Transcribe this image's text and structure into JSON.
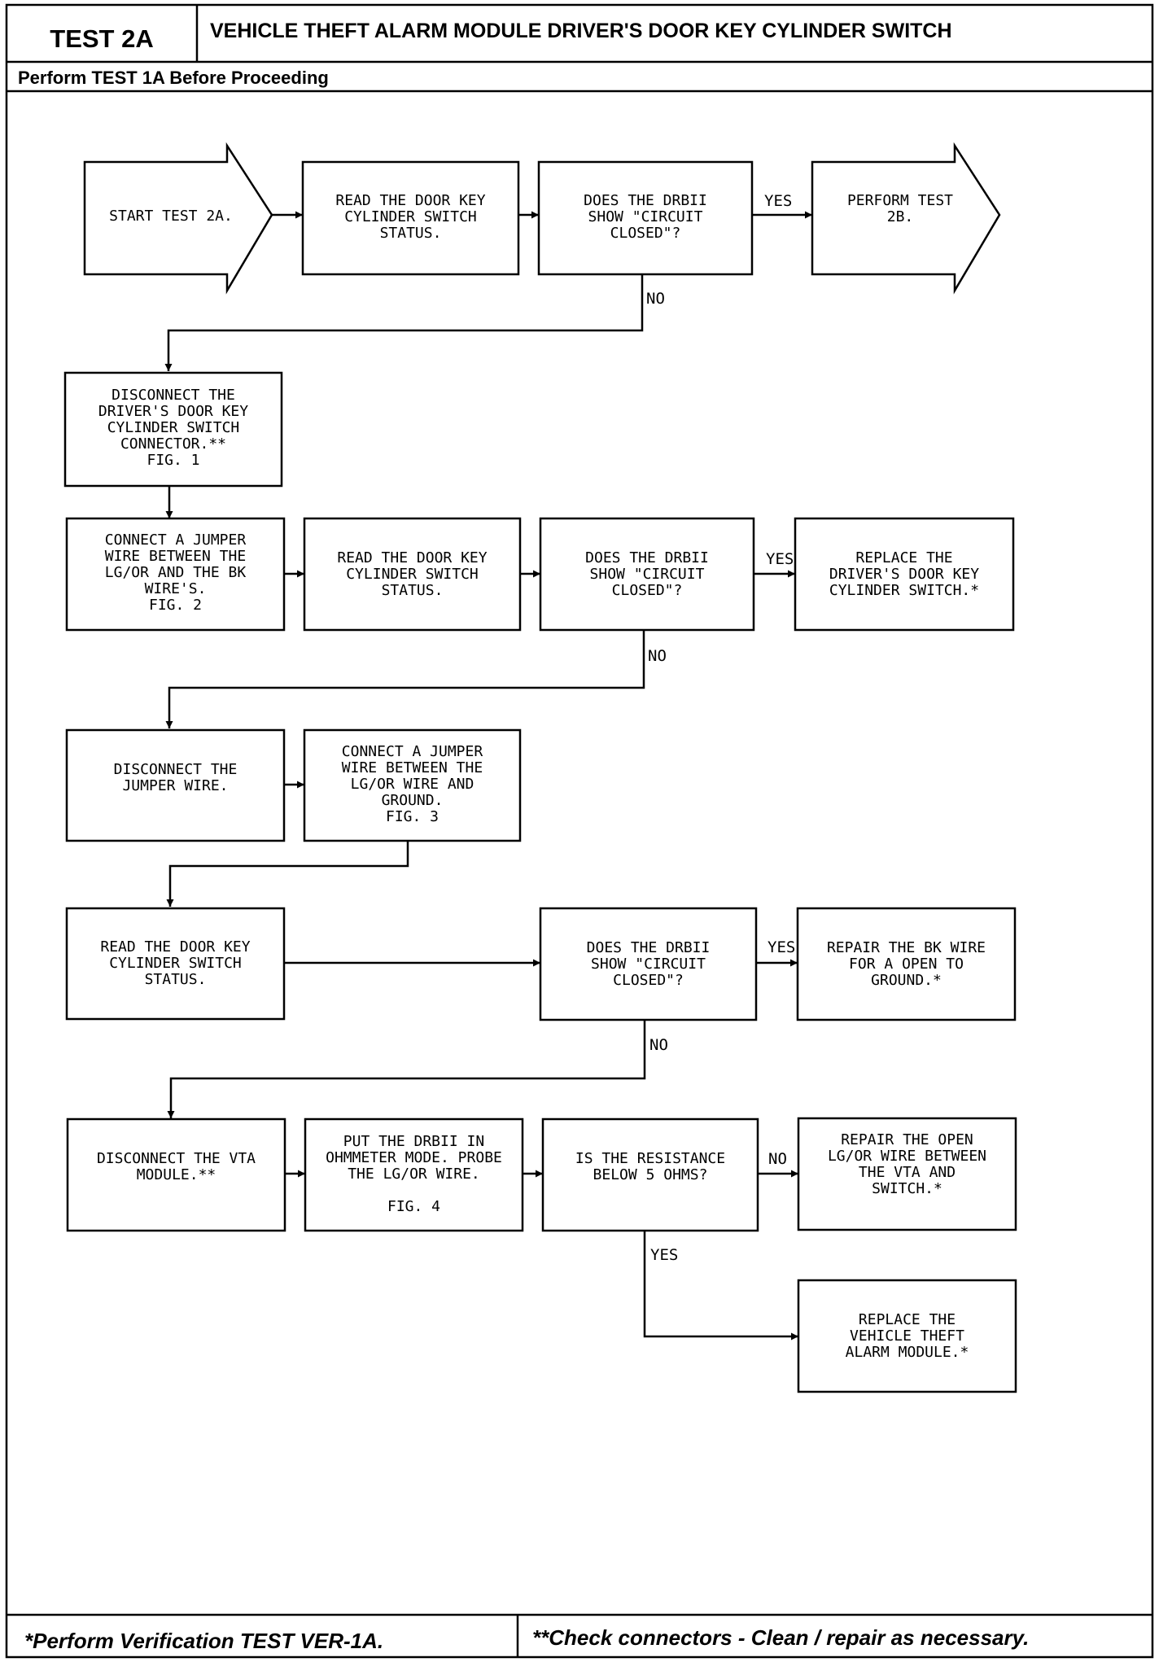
{
  "header": {
    "test_id": "TEST 2A",
    "title": "VEHICLE THEFT ALARM MODULE DRIVER'S DOOR KEY CYLINDER SWITCH",
    "prerequisite": "Perform TEST 1A Before Proceeding"
  },
  "nodes": {
    "start": [
      "START TEST 2A."
    ],
    "read_status_1": [
      "READ THE DOOR KEY",
      "CYLINDER SWITCH",
      "STATUS."
    ],
    "decision_1": [
      "DOES THE DRBII",
      "SHOW \"CIRCUIT",
      "CLOSED\"?"
    ],
    "perform_2b": [
      "PERFORM TEST",
      "2B."
    ],
    "disconnect_switch": [
      "DISCONNECT THE",
      "DRIVER'S DOOR KEY",
      "CYLINDER SWITCH",
      "CONNECTOR.**",
      "FIG. 1"
    ],
    "jumper_lg_bk": [
      "CONNECT A JUMPER",
      "WIRE BETWEEN THE",
      "LG/OR AND THE BK",
      "WIRE'S.",
      "FIG. 2"
    ],
    "read_status_2": [
      "READ THE DOOR KEY",
      "CYLINDER SWITCH",
      "STATUS."
    ],
    "decision_2": [
      "DOES THE DRBII",
      "SHOW \"CIRCUIT",
      "CLOSED\"?"
    ],
    "replace_switch": [
      "REPLACE THE",
      "DRIVER'S DOOR KEY",
      "CYLINDER SWITCH.*"
    ],
    "disconnect_jumper": [
      "DISCONNECT THE",
      "JUMPER WIRE."
    ],
    "jumper_ground": [
      "CONNECT A JUMPER",
      "WIRE BETWEEN THE",
      "LG/OR WIRE AND",
      "GROUND.",
      "FIG. 3"
    ],
    "read_status_3": [
      "READ THE DOOR KEY",
      "CYLINDER SWITCH",
      "STATUS."
    ],
    "decision_3": [
      "DOES THE DRBII",
      "SHOW \"CIRCUIT",
      "CLOSED\"?"
    ],
    "repair_bk": [
      "REPAIR THE BK WIRE",
      "FOR A OPEN TO",
      "GROUND.*"
    ],
    "disconnect_vta": [
      "DISCONNECT THE VTA",
      "MODULE.**"
    ],
    "ohmmeter": [
      "PUT THE DRBII IN",
      "OHMMETER MODE. PROBE",
      "THE LG/OR WIRE.",
      "",
      "FIG. 4"
    ],
    "decision_4": [
      "IS THE RESISTANCE",
      "BELOW 5 OHMS?"
    ],
    "repair_open": [
      "REPAIR THE OPEN",
      "LG/OR WIRE BETWEEN",
      "THE VTA AND",
      "SWITCH.*"
    ],
    "replace_vta": [
      "REPLACE THE",
      "VEHICLE THEFT",
      "ALARM MODULE.*"
    ]
  },
  "labels": {
    "yes_1": "YES",
    "no_1": "NO",
    "yes_2": "YES",
    "no_2": "NO",
    "yes_3": "YES",
    "no_3": "NO",
    "no_4": "NO",
    "yes_4": "YES"
  },
  "footer": {
    "verification": "*Perform Verification TEST VER-1A.",
    "connectors": "**Check connectors - Clean / repair as necessary."
  }
}
